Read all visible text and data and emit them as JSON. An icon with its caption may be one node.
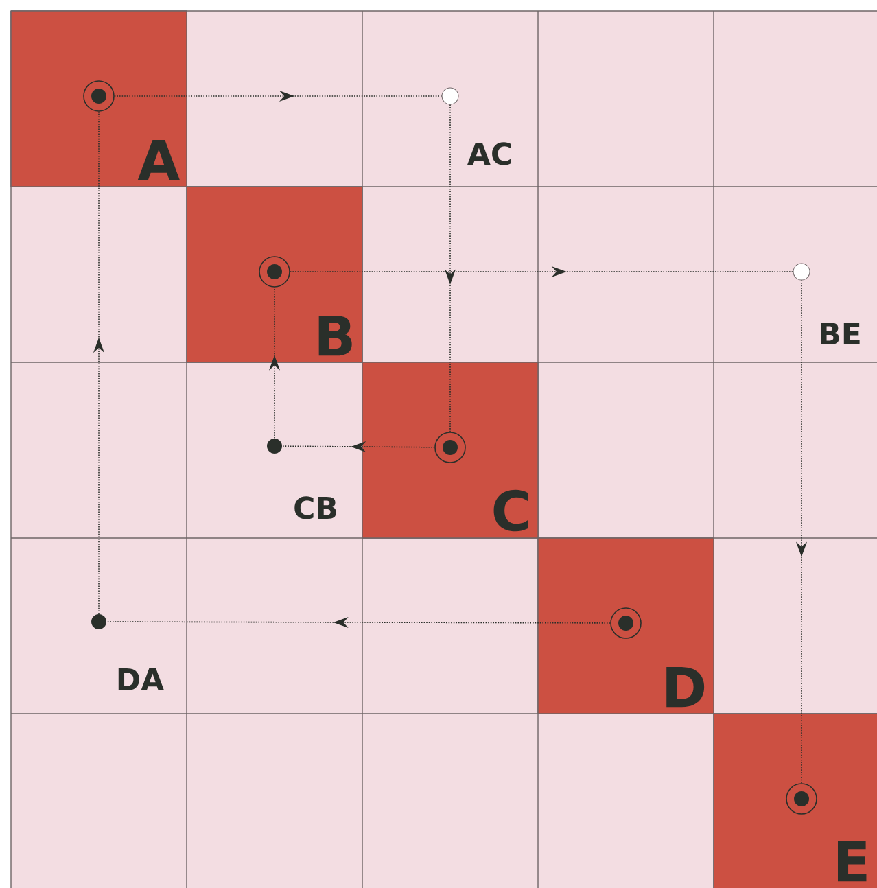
{
  "diagram": {
    "nodes": [
      {
        "text": [
          "A"
        ]
      },
      {
        "text": [],
        "shape": "circle",
        "in": 0
      },
      {
        "text": [],
        "shape": "circle",
        "beside": [
          "AC"
        ]
      },
      {
        "text": [
          "B"
        ]
      },
      {
        "text": [],
        "shape": "circle",
        "in": 3
      },
      {
        "text": [],
        "shape": "circle",
        "beside": [
          "BE"
        ]
      },
      {
        "text": [
          "C"
        ]
      },
      {
        "text": [],
        "shape": "circle",
        "in": 6
      },
      {
        "text": [],
        "shape": "dot",
        "beside": [
          "CB"
        ]
      },
      {
        "text": [
          "D"
        ]
      },
      {
        "text": [],
        "shape": "circle",
        "in": 9
      },
      {
        "text": [],
        "shape": "dot",
        "beside": [
          "DA"
        ]
      },
      {
        "text": [
          "E"
        ]
      },
      {
        "text": [],
        "shape": "circle",
        "in": 12
      }
    ],
    "edges": [
      {
        "from": 1,
        "to": 2,
        "arrow": "to"
      },
      {
        "from": 2,
        "to": 7,
        "arrow": "to"
      },
      {
        "from": 4,
        "to": 5,
        "arrow": "to"
      },
      {
        "from": 5,
        "to": 13,
        "arrow": "to"
      },
      {
        "from": 7,
        "to": 8,
        "arrow": "to"
      },
      {
        "from": 8,
        "to": 4,
        "arrow": "to"
      },
      {
        "from": 10,
        "to": 11,
        "arrow": "to"
      },
      {
        "from": 11,
        "to": 1,
        "arrow": "to"
      }
    ]
  }
}
